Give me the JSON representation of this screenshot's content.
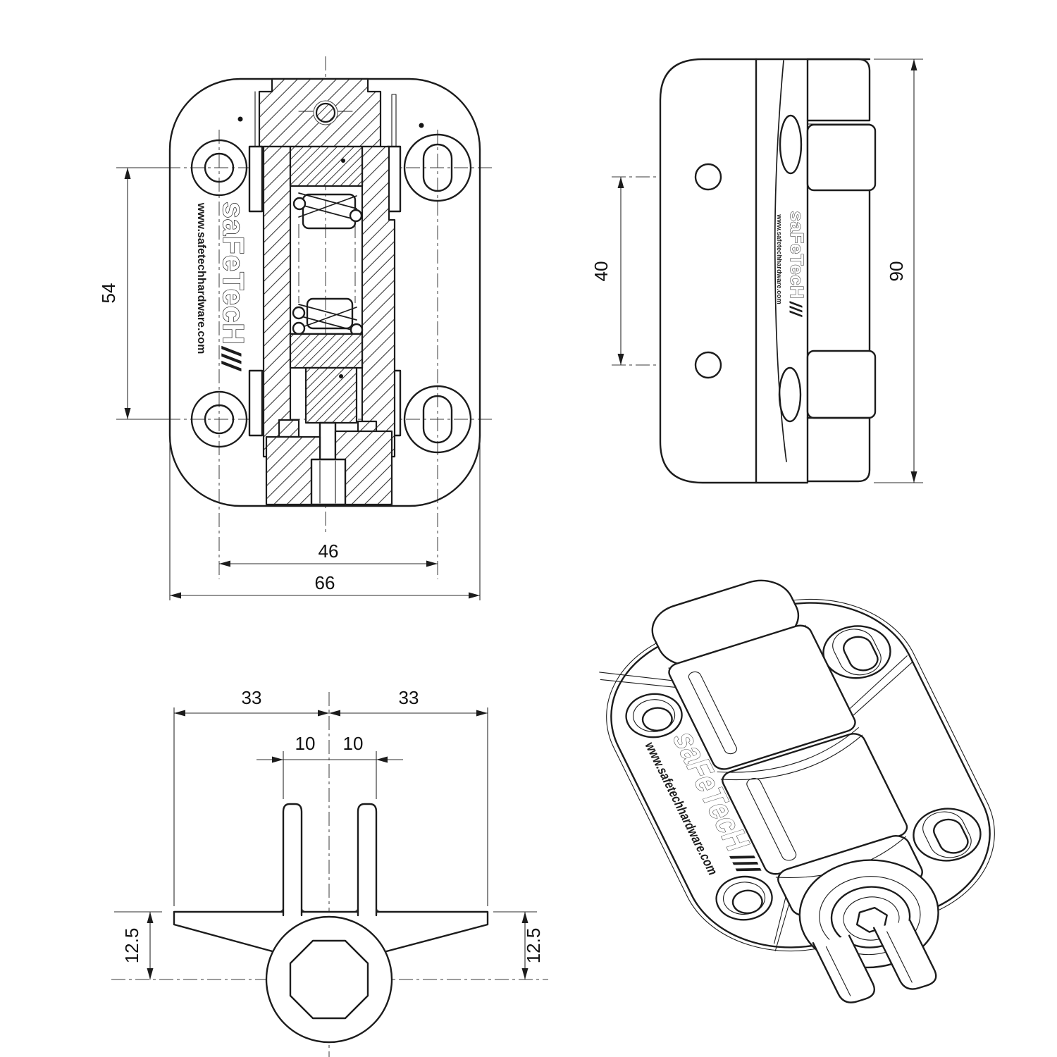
{
  "brand": {
    "logo": "saFeTecH",
    "slashes": "///",
    "website": "www.safetechhardware.com"
  },
  "views": {
    "front": {
      "dim_vertical": "54",
      "dim_holes": "46",
      "dim_width": "66"
    },
    "side": {
      "dim_holes": "40",
      "dim_height": "90"
    },
    "bottom": {
      "dim_left": "33",
      "dim_right": "33",
      "dim_prong_left": "10",
      "dim_prong_right": "10",
      "dim_thickness_left": "12.5",
      "dim_thickness_right": "12.5"
    }
  }
}
